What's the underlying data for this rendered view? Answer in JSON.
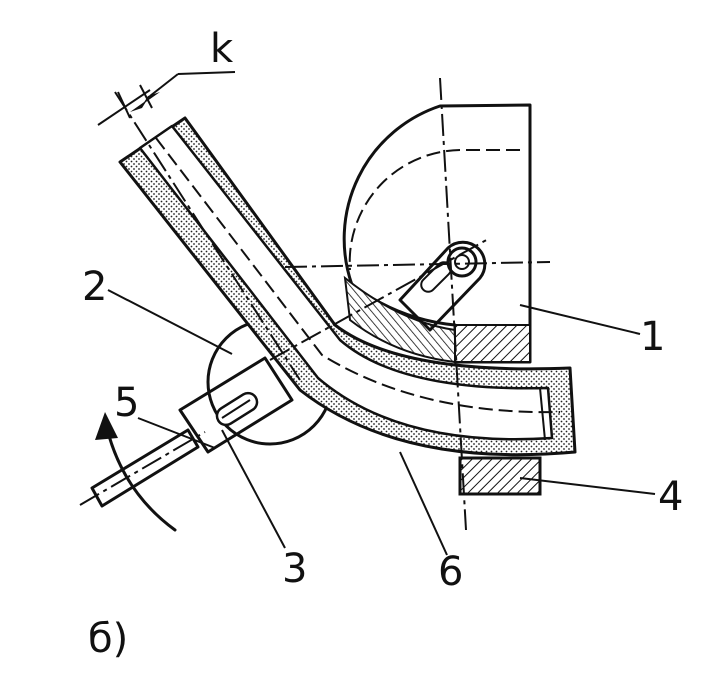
{
  "labels": {
    "k": "k",
    "one": "1",
    "two": "2",
    "three": "3",
    "four": "4",
    "five": "5",
    "six": "6",
    "sub": "б)"
  }
}
